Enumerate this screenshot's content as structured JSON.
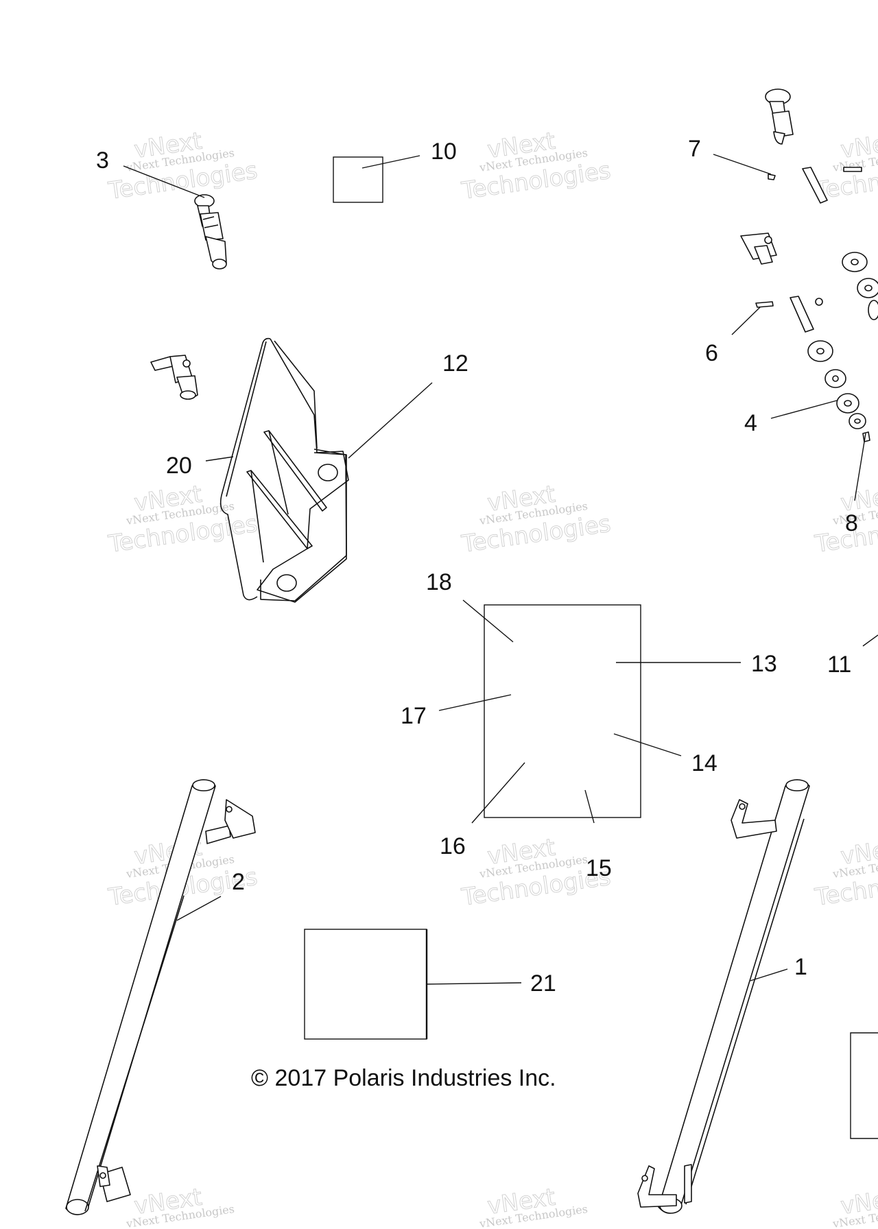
{
  "diagram": {
    "copyright": "© 2017 Polaris Industries Inc.",
    "watermark": {
      "line1": "vNext Technologies",
      "line2": "vNext",
      "line3": "Technologies"
    },
    "callouts": {
      "c1": "1",
      "c2": "2",
      "c3": "3",
      "c4": "4",
      "c6": "6",
      "c7": "7",
      "c8": "8",
      "c10": "10",
      "c11": "11",
      "c12": "12",
      "c13": "13",
      "c14": "14",
      "c15": "15",
      "c16": "16",
      "c17": "17",
      "c18": "18",
      "c20": "20",
      "c21": "21"
    }
  }
}
